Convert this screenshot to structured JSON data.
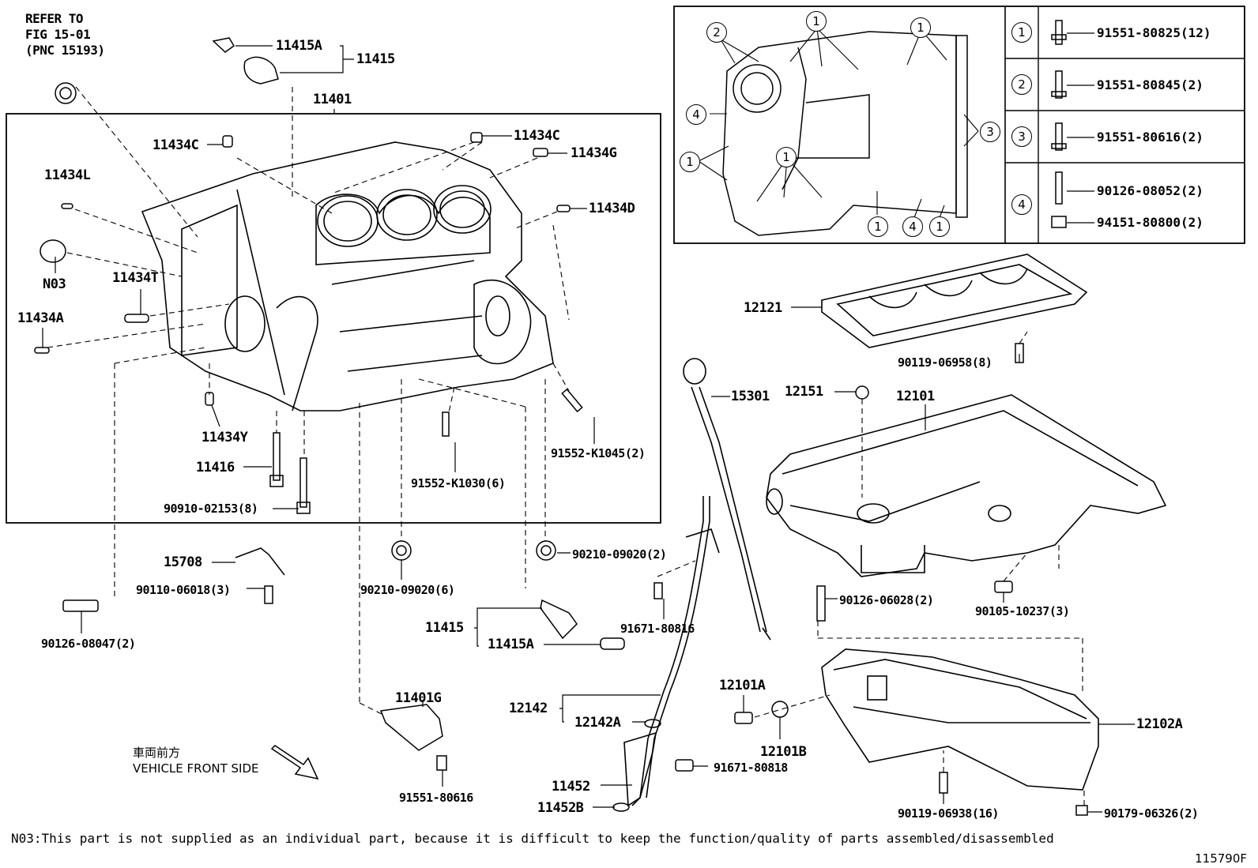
{
  "refer": {
    "line1": "REFER TO",
    "line2": "FIG 15-01",
    "line3": "(PNC 15193)"
  },
  "labels": {
    "p11415A_top": "11415A",
    "p11415_top": "11415",
    "p11401": "11401",
    "p11434C_left": "11434C",
    "p11434C_right": "11434C",
    "p11434G": "11434G",
    "p11434L": "11434L",
    "p11434D": "11434D",
    "pN03": "N03",
    "p11434T": "11434T",
    "p11434A": "11434A",
    "p11434Y": "11434Y",
    "p11416": "11416",
    "p90910": "90910-02153(8)",
    "p91552_1030": "91552-K1030(6)",
    "p91552_1045": "91552-K1045(2)",
    "p15708": "15708",
    "p90110": "90110-06018(3)",
    "p90126_8047": "90126-08047(2)",
    "p90210_6": "90210-09020(6)",
    "p90210_2": "90210-09020(2)",
    "p11415_bot": "11415",
    "p11415A_bot": "11415A",
    "p91671_80816": "91671-80816",
    "p11401G": "11401G",
    "p91551_80616": "91551-80616",
    "p12142": "12142",
    "p12142A": "12142A",
    "p11452": "11452",
    "p11452B": "11452B",
    "p91671_80818": "91671-80818",
    "p12101A": "12101A",
    "p12101B": "12101B",
    "p15301": "15301",
    "p12151": "12151",
    "p12101": "12101",
    "p12121": "12121",
    "p90119_6958": "90119-06958(8)",
    "p90126_6028": "90126-06028(2)",
    "p90105": "90105-10237(3)",
    "p12102A": "12102A",
    "p90119_6938": "90119-06938(16)",
    "p90179": "90179-06326(2)"
  },
  "table": {
    "rows": [
      {
        "num": "1",
        "part": "91551-80825(12)"
      },
      {
        "num": "2",
        "part": "91551-80845(2)"
      },
      {
        "num": "3",
        "part": "91551-80616(2)"
      },
      {
        "num": "4",
        "part": "90126-08052(2)",
        "part2": "94151-80800(2)"
      }
    ]
  },
  "markers": [
    "2",
    "1",
    "1",
    "4",
    "1",
    "1",
    "3",
    "1",
    "4",
    "1"
  ],
  "front": {
    "jp": "車両前方",
    "en": "VEHICLE FRONT SIDE"
  },
  "footnote": "N03:This part is not supplied as an individual part, because it is difficult to keep the function/quality of parts assembled/disassembled",
  "figure_code": "115790F"
}
